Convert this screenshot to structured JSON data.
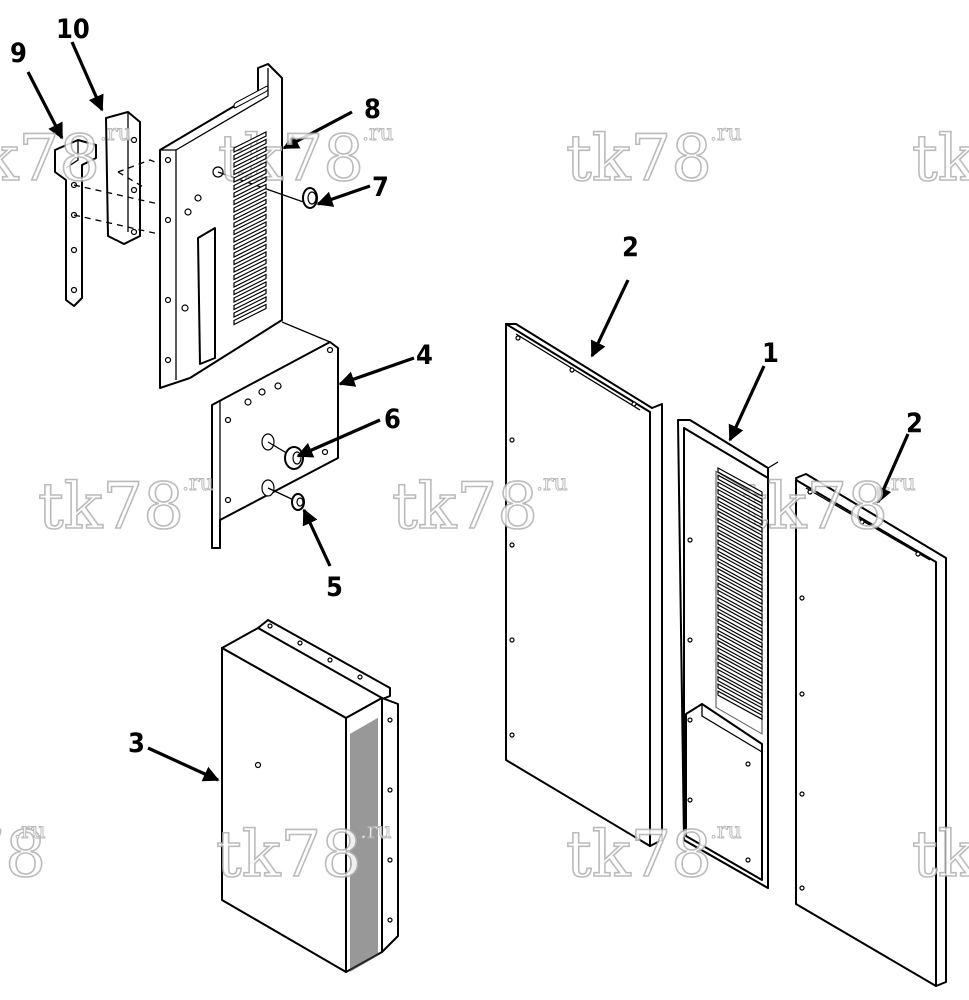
{
  "watermark": {
    "main": "tk78",
    "suffix": ".ru"
  },
  "callouts": {
    "c1": "1",
    "c2a": "2",
    "c2b": "2",
    "c3": "3",
    "c4": "4",
    "c5": "5",
    "c6": "6",
    "c7": "7",
    "c8": "8",
    "c9": "9",
    "c10": "10"
  }
}
